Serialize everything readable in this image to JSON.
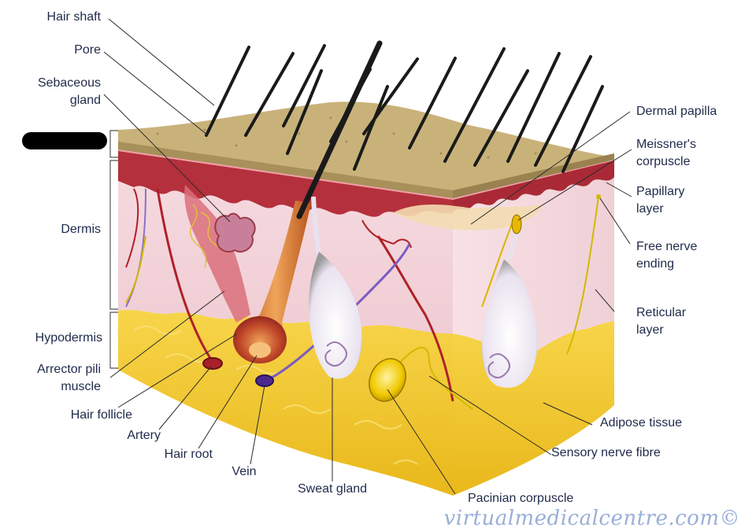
{
  "labels": {
    "hair_shaft": "Hair shaft",
    "pore": "Pore",
    "sebaceous_gland_1": "Sebaceous",
    "sebaceous_gland_2": "gland",
    "dermis": "Dermis",
    "hypodermis": "Hypodermis",
    "arrector_pili_1": "Arrector pili",
    "arrector_pili_2": "muscle",
    "hair_follicle": "Hair follicle",
    "artery": "Artery",
    "hair_root": "Hair root",
    "vein": "Vein",
    "sweat_gland": "Sweat gland",
    "pacinian": "Pacinian corpuscle",
    "sensory_nerve": "Sensory nerve fibre",
    "adipose": "Adipose tissue",
    "reticular_1": "Reticular",
    "reticular_2": "layer",
    "free_nerve_1": "Free nerve",
    "free_nerve_2": "ending",
    "papillary_1": "Papillary",
    "papillary_2": "layer",
    "meissner_1": "Meissner's",
    "meissner_2": "corpuscle",
    "dermal_papilla": "Dermal papilla"
  },
  "watermark": "virtualmedicalcentre.com©",
  "colors": {
    "epidermis": "#c9b27a",
    "dermis": "#f3d7dc",
    "papillary": "#b4303c",
    "adipose": "#f2c62a",
    "hair": "#1a1a1a",
    "follicle": "#d98a3a",
    "nerve": "#d4b800",
    "vein": "#5a2c8c",
    "label_text": "#1f2a4a"
  }
}
